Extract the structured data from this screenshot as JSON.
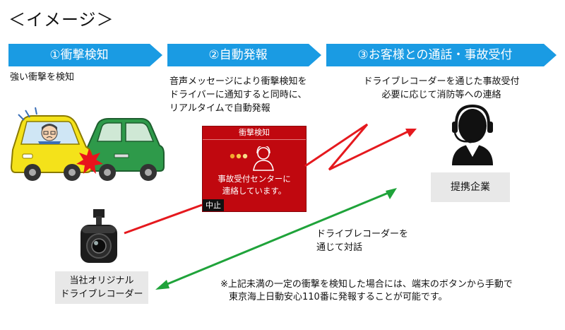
{
  "title": "＜イメージ＞",
  "steps": [
    {
      "label": "①衝撃検知"
    },
    {
      "label": "②自動発報"
    },
    {
      "label": "③お客様との通話・事故受付"
    }
  ],
  "step1_desc": "強い衝撃を検知",
  "step2_desc": [
    "音声メッセージにより衝撃検知を",
    "ドライバーに通知すると同時に、",
    "リアルタイムで自動発報"
  ],
  "step3_desc": [
    "ドライブレコーダーを通じた事故受付",
    "必要に応じて消防等への連絡"
  ],
  "popup": {
    "header": "衝撃検知",
    "message": [
      "事故受付センターに",
      "連絡しています。"
    ],
    "stop_label": "中止"
  },
  "partner_label": "提携企業",
  "recorder_label": [
    "当社オリジナル",
    "ドライブレコーダー"
  ],
  "call_label": [
    "ドライブレコーダーを",
    "通じて対話"
  ],
  "footnote": [
    "※上記未満の一定の衝撃を検知した場合には、端末のボタンから手動で",
    "東京海上日動安心110番に発報することが可能です。"
  ],
  "colors": {
    "step_blue": "#1a9be3",
    "alert_red": "#c0080f",
    "line_red": "#e5191e",
    "line_green": "#1fa33a"
  },
  "icons": [
    "car-collision-icon",
    "operator-headset-icon",
    "dashcam-icon",
    "lightning-arrow-icon"
  ]
}
